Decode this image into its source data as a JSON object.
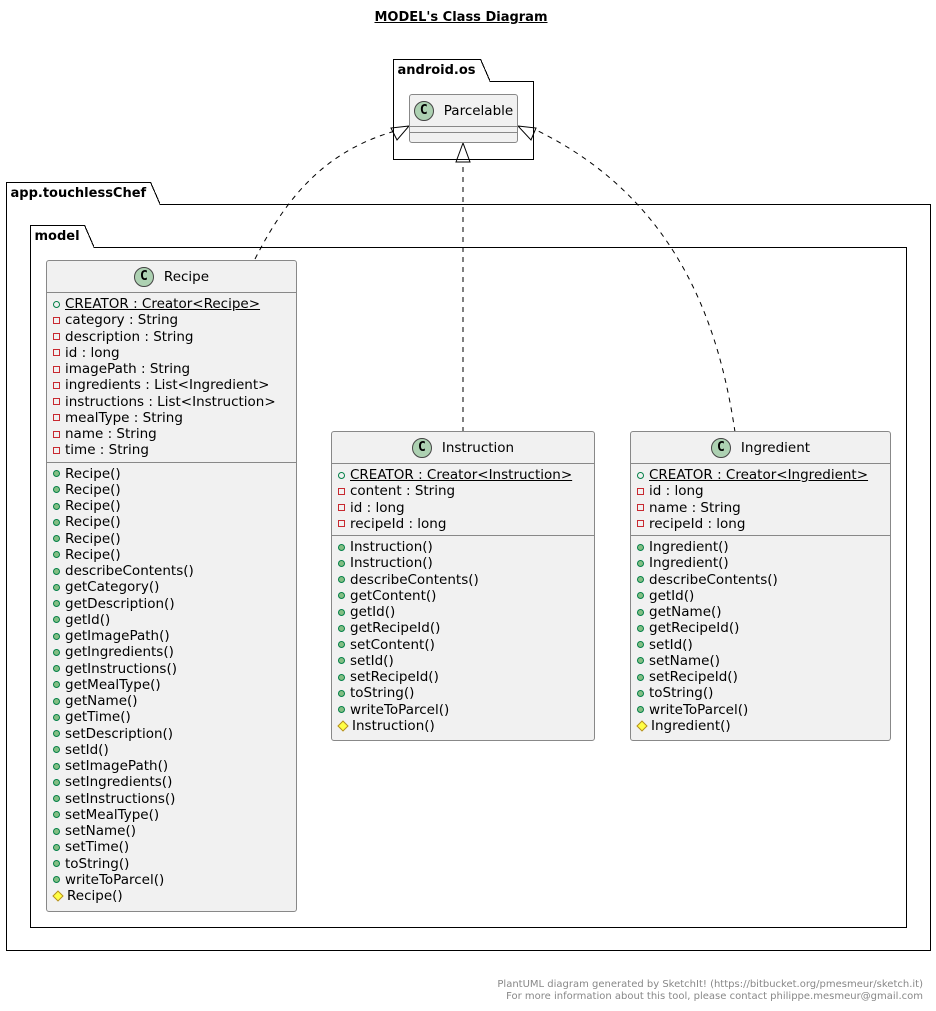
{
  "title": "MODEL's Class Diagram",
  "footer": {
    "line1": "PlantUML diagram generated by SketchIt! (https://bitbucket.org/pmesmeur/sketch.it)",
    "line2": "For more information about this tool, please contact philippe.mesmeur@gmail.com"
  },
  "packages": {
    "android_os": "android.os",
    "app": "app.touchlessChef",
    "model": "model"
  },
  "colors": {
    "class_bg": "#f1f1f1",
    "badge_bg": "#add1b2",
    "public_green": "#84be84",
    "private_red": "#c82930",
    "protected_yellow": "#ffff44"
  },
  "classes": {
    "parcelable": {
      "badge": "C",
      "name": "Parcelable"
    },
    "recipe": {
      "badge": "C",
      "name": "Recipe",
      "fields": [
        {
          "vis": "pubf",
          "text": "CREATOR : Creator<Recipe>",
          "static": true
        },
        {
          "vis": "priv",
          "text": "category : String"
        },
        {
          "vis": "priv",
          "text": "description : String"
        },
        {
          "vis": "priv",
          "text": "id : long"
        },
        {
          "vis": "priv",
          "text": "imagePath : String"
        },
        {
          "vis": "priv",
          "text": "ingredients : List<Ingredient>"
        },
        {
          "vis": "priv",
          "text": "instructions : List<Instruction>"
        },
        {
          "vis": "priv",
          "text": "mealType : String"
        },
        {
          "vis": "priv",
          "text": "name : String"
        },
        {
          "vis": "priv",
          "text": "time : String"
        }
      ],
      "methods": [
        {
          "vis": "pubm",
          "text": "Recipe()"
        },
        {
          "vis": "pubm",
          "text": "Recipe()"
        },
        {
          "vis": "pubm",
          "text": "Recipe()"
        },
        {
          "vis": "pubm",
          "text": "Recipe()"
        },
        {
          "vis": "pubm",
          "text": "Recipe()"
        },
        {
          "vis": "pubm",
          "text": "Recipe()"
        },
        {
          "vis": "pubm",
          "text": "describeContents()"
        },
        {
          "vis": "pubm",
          "text": "getCategory()"
        },
        {
          "vis": "pubm",
          "text": "getDescription()"
        },
        {
          "vis": "pubm",
          "text": "getId()"
        },
        {
          "vis": "pubm",
          "text": "getImagePath()"
        },
        {
          "vis": "pubm",
          "text": "getIngredients()"
        },
        {
          "vis": "pubm",
          "text": "getInstructions()"
        },
        {
          "vis": "pubm",
          "text": "getMealType()"
        },
        {
          "vis": "pubm",
          "text": "getName()"
        },
        {
          "vis": "pubm",
          "text": "getTime()"
        },
        {
          "vis": "pubm",
          "text": "setDescription()"
        },
        {
          "vis": "pubm",
          "text": "setId()"
        },
        {
          "vis": "pubm",
          "text": "setImagePath()"
        },
        {
          "vis": "pubm",
          "text": "setIngredients()"
        },
        {
          "vis": "pubm",
          "text": "setInstructions()"
        },
        {
          "vis": "pubm",
          "text": "setMealType()"
        },
        {
          "vis": "pubm",
          "text": "setName()"
        },
        {
          "vis": "pubm",
          "text": "setTime()"
        },
        {
          "vis": "pubm",
          "text": "toString()"
        },
        {
          "vis": "pubm",
          "text": "writeToParcel()"
        },
        {
          "vis": "prot",
          "text": "Recipe()"
        }
      ]
    },
    "instruction": {
      "badge": "C",
      "name": "Instruction",
      "fields": [
        {
          "vis": "pubf",
          "text": "CREATOR : Creator<Instruction>",
          "static": true
        },
        {
          "vis": "priv",
          "text": "content : String"
        },
        {
          "vis": "priv",
          "text": "id : long"
        },
        {
          "vis": "priv",
          "text": "recipeId : long"
        }
      ],
      "methods": [
        {
          "vis": "pubm",
          "text": "Instruction()"
        },
        {
          "vis": "pubm",
          "text": "Instruction()"
        },
        {
          "vis": "pubm",
          "text": "describeContents()"
        },
        {
          "vis": "pubm",
          "text": "getContent()"
        },
        {
          "vis": "pubm",
          "text": "getId()"
        },
        {
          "vis": "pubm",
          "text": "getRecipeId()"
        },
        {
          "vis": "pubm",
          "text": "setContent()"
        },
        {
          "vis": "pubm",
          "text": "setId()"
        },
        {
          "vis": "pubm",
          "text": "setRecipeId()"
        },
        {
          "vis": "pubm",
          "text": "toString()"
        },
        {
          "vis": "pubm",
          "text": "writeToParcel()"
        },
        {
          "vis": "prot",
          "text": "Instruction()"
        }
      ]
    },
    "ingredient": {
      "badge": "C",
      "name": "Ingredient",
      "fields": [
        {
          "vis": "pubf",
          "text": "CREATOR : Creator<Ingredient>",
          "static": true
        },
        {
          "vis": "priv",
          "text": "id : long"
        },
        {
          "vis": "priv",
          "text": "name : String"
        },
        {
          "vis": "priv",
          "text": "recipeId : long"
        }
      ],
      "methods": [
        {
          "vis": "pubm",
          "text": "Ingredient()"
        },
        {
          "vis": "pubm",
          "text": "Ingredient()"
        },
        {
          "vis": "pubm",
          "text": "describeContents()"
        },
        {
          "vis": "pubm",
          "text": "getId()"
        },
        {
          "vis": "pubm",
          "text": "getName()"
        },
        {
          "vis": "pubm",
          "text": "getRecipeId()"
        },
        {
          "vis": "pubm",
          "text": "setId()"
        },
        {
          "vis": "pubm",
          "text": "setName()"
        },
        {
          "vis": "pubm",
          "text": "setRecipeId()"
        },
        {
          "vis": "pubm",
          "text": "toString()"
        },
        {
          "vis": "pubm",
          "text": "writeToParcel()"
        },
        {
          "vis": "prot",
          "text": "Ingredient()"
        }
      ]
    }
  }
}
